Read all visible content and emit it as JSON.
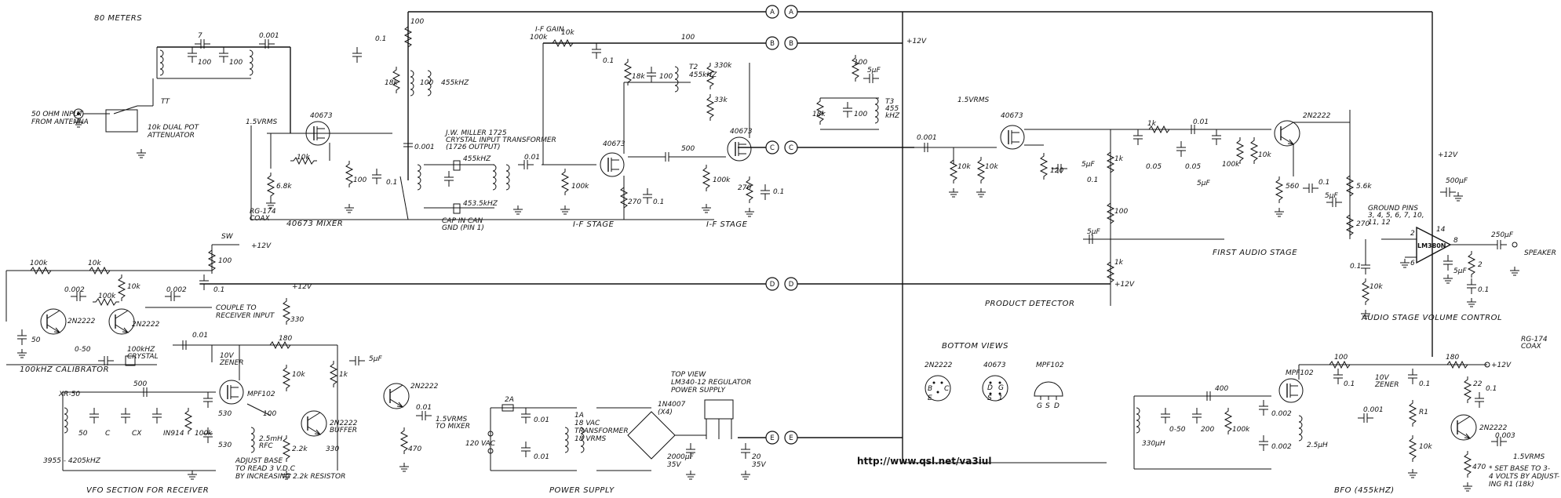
{
  "titles": {
    "band": "80 METERS",
    "mixer": "40673 MIXER",
    "if_stage1": "I-F STAGE",
    "if_stage2": "I-F STAGE",
    "product_detector": "PRODUCT DETECTOR",
    "first_audio": "FIRST AUDIO STAGE",
    "volume": "AUDIO STAGE VOLUME CONTROL",
    "calibrator": "100kHZ CALIBRATOR",
    "vfo": "VFO SECTION FOR RECEIVER",
    "power": "POWER SUPPLY",
    "bfo": "BFO (455kHZ)",
    "bottom_views": "BOTTOM VIEWS"
  },
  "notes": {
    "input": [
      "50 OHM INPUT",
      "FROM ANTENNA"
    ],
    "attenuator": [
      "10k DUAL POT",
      "ATTENUATOR"
    ],
    "vrms_mixer": "1.5VRMS",
    "coax_mixer": [
      "RG-174",
      "COAX"
    ],
    "jw_miller": [
      "J.W. MILLER 1725",
      "CRYSTAL INPUT TRANSFORMER",
      "(1726 OUTPUT)"
    ],
    "cap_in_can": [
      "CAP IN CAN",
      "GND (PIN 1)"
    ],
    "if_gain": "I-F GAIN",
    "vrms_pd": "1.5VRMS",
    "ground_pins": [
      "GROUND PINS",
      "3, 4, 5, 6, 7, 10,",
      "11, 12"
    ],
    "speaker": "SPEAKER",
    "couple": [
      "COUPLE TO",
      "RECEIVER INPUT"
    ],
    "sw": "SW",
    "vfo_to_mixer": [
      "1.5VRMS",
      "TO MIXER"
    ],
    "adjust_base": [
      "ADJUST BASE",
      "TO READ 3 V.D.C",
      "BY INCREASING 2.2k RESISTOR"
    ],
    "vfo_freq": "3955 - 4205kHZ",
    "xr50": "XR-50",
    "regulator": [
      "TOP VIEW",
      "LM340-12 REGULATOR",
      "POWER SUPPLY"
    ],
    "transformer": [
      "1A",
      "18 VAC",
      "TRANSFORMER",
      "18 VRMS"
    ],
    "bridge": [
      "1N4007",
      "(X4)"
    ],
    "vac": "120 VAC",
    "bfo_out": "1.5VRMS",
    "coax_bfo": [
      "RG-174",
      "COAX"
    ],
    "set_base": [
      "* SET BASE TO 3-",
      "4 VOLTS BY ADJUST-",
      "ING R1 (18k)"
    ],
    "url": "http://www.qsl.net/va3iul"
  },
  "terminals": [
    "A",
    "B",
    "C",
    "D",
    "E"
  ],
  "rails": {
    "plus12": "+12V"
  },
  "parts": {
    "c_001a": "0.001",
    "c_7": "7",
    "c_100a": "100",
    "c_100b": "100",
    "tt": "TT",
    "r_100_top": "100",
    "c_01_top": "0.1",
    "r_18k_t1": "18k",
    "c_100_t1": "100",
    "t1": "455kHZ",
    "q_mixer": "40673",
    "r_10k_mix": "10k",
    "r_100_mix": "100",
    "c_01_mix": "0.1",
    "r_68k": "6.8k",
    "c_0001_mix": "0.001",
    "x455": "455kHZ",
    "x4535": "453.5kHZ",
    "c_001_if": "0.01",
    "r_100k_gain": "100k",
    "r_10k_gain": "10k",
    "c_01_gain": "0.1",
    "r_100_fb": "100",
    "r_18k_t2": "18k",
    "c_100_t2": "100",
    "t2": [
      "T2",
      "455kHZ"
    ],
    "q_if1": "40673",
    "r_100k_if1": "100k",
    "r_270_if1": "270",
    "c_01_if1": "0.1",
    "c_500": "500",
    "r_330k": "330k",
    "r_33k": "33k",
    "q_if2": "40673",
    "r_100k_if2": "100k",
    "r_270_if2": "270",
    "c_01_if2": "0.1",
    "r_100_t3": "100",
    "c_5uf_t3": "5µF",
    "r_18k_t3": "18k",
    "c_100_t3": "100",
    "t3": [
      "T3",
      "455",
      "kHZ"
    ],
    "c_0001_pd": "0.001",
    "q_pd": "40673",
    "r_10k_pd1": "10k",
    "r_10k_pd2": "10k",
    "r_120": "120",
    "c_5uf_pd": "5µF",
    "c_01_pd": "0.1",
    "r_1k_pd": "1k",
    "r_100_pd": "100",
    "c_5uf_pd2": "5µF",
    "r_1k_pd2": "1k",
    "r_1k_au": "1k",
    "c_001_au": "0.01",
    "c_005a": "0.05",
    "c_005b": "0.05",
    "c_5uf_au": "5µF",
    "r_100k_au": "100k",
    "r_10k_au": "10k",
    "q_au": "2N2222",
    "r_560": "560",
    "c_01_au": "0.1",
    "c_5uf_au2": "5µF",
    "r_56k": "5.6k",
    "r_270_au": "270",
    "c_500uf": "500µF",
    "ic": "LM380N",
    "c_250uf": "250µF",
    "r_2": "2",
    "c_01_spk": "0.1",
    "c_01_vol": "0.1",
    "r_10k_vol": "10k",
    "c_5uf_vol": "5µF",
    "pin2": "2",
    "pin6": "6",
    "pin8": "8",
    "pin14": "14",
    "r_100k_cal": "100k",
    "r_10k_cal1": "10k",
    "r_10k_cal2": "10k",
    "c_0002a": "0.002",
    "c_0002b": "0.002",
    "r_100k_cal2": "100k",
    "q_cal1": "2N2222",
    "q_cal2": "2N2222",
    "c_50_cal": "50",
    "c_050": "0-50",
    "xtal": [
      "100kHZ",
      "CRYSTAL"
    ],
    "r_100_sw": "100",
    "c_01_sw": "0.1",
    "c_001_vfo": "0.01",
    "zener_vfo": [
      "10V",
      "ZENER"
    ],
    "r_180_vfo": "180",
    "c_5uf_vfo": "5µF",
    "r_330_vfo": "330",
    "r_10k_vfo": "10k",
    "q_vfo": "MPF102",
    "q_buf": [
      "2N2222",
      "BUFFER"
    ],
    "q_vfo2": "2N2222",
    "r_1k_vfo": "1k",
    "c_500_vfo": "500",
    "c_530a": "530",
    "c_530b": "530",
    "c_100_vfo": "100",
    "rfc": [
      "2.5mH",
      "RFC"
    ],
    "r_22k": "2.2k",
    "r_330_buf": "330",
    "r_470": "470",
    "c_001_out": "0.01",
    "l_50": "50",
    "c_tune": "C",
    "c_cx": "CX",
    "d_in914": "IN914",
    "r_100k_vfo": "100k",
    "fuse": "2A",
    "c_001_ps1": "0.01",
    "c_001_ps2": "0.01",
    "c_2000": [
      "2000µF",
      "35V"
    ],
    "c_20": [
      "20",
      "35V"
    ],
    "l_330uh": "330µH",
    "c_050_bfo": "0-50",
    "c_200": "200",
    "r_100k_bfo": "100k",
    "c_400": "400",
    "c_0002_bfo1": "0.002",
    "c_0002_bfo2": "0.002",
    "q_bfo": "MPF102",
    "r_100_bfo": "100",
    "c_01_bfo": "0.1",
    "zener_bfo": [
      "10V",
      "ZENER"
    ],
    "c_01_bfo2": "0.1",
    "r_180_bfo": "180",
    "c_0001_bfo": "0.001",
    "l_25mh": "2.5µH",
    "r1": "R1",
    "r_10k_bfo": "10k",
    "r_22": "22",
    "c_01_bfo3": "0.1",
    "q_bfo2": "2N2222",
    "c_0003": "0.003",
    "r_470_bfo": "470"
  },
  "pinouts": {
    "p2n2222": {
      "name": "2N2222",
      "pins": [
        "B",
        "C",
        "E"
      ]
    },
    "p40673": {
      "name": "40673",
      "pins": [
        "G",
        "D",
        "S",
        "G",
        "1",
        "2"
      ]
    },
    "pmpf102": {
      "name": "MPF102",
      "pins": [
        "G",
        "S",
        "D"
      ]
    }
  }
}
